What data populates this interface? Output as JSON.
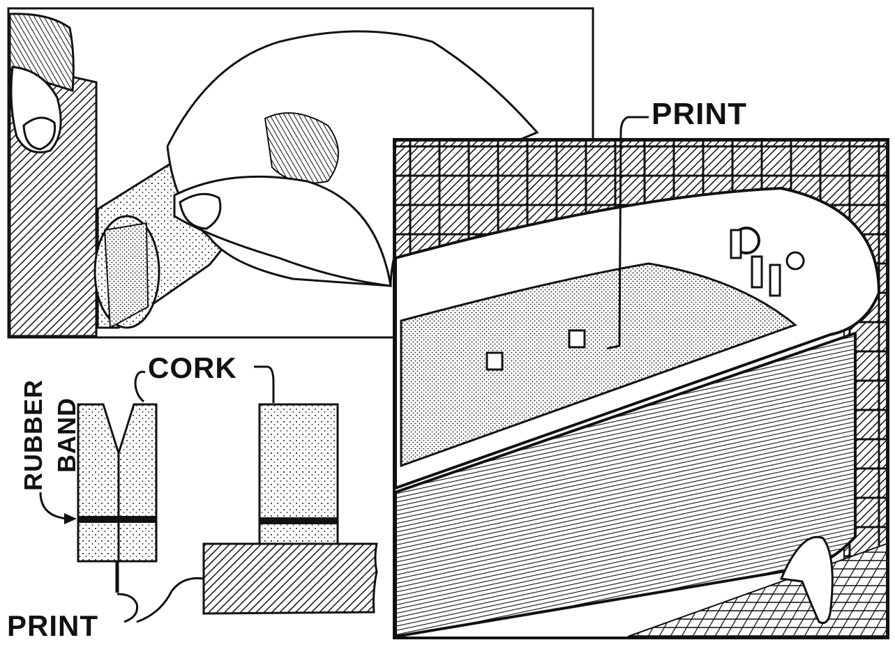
{
  "labels": {
    "print_top": "PRINT",
    "cork": "CORK",
    "rubber": "RUBBER",
    "band": "BAND",
    "print_bottom": "PRINT"
  },
  "colors": {
    "ink": "#111111",
    "paper": "#ffffff"
  }
}
